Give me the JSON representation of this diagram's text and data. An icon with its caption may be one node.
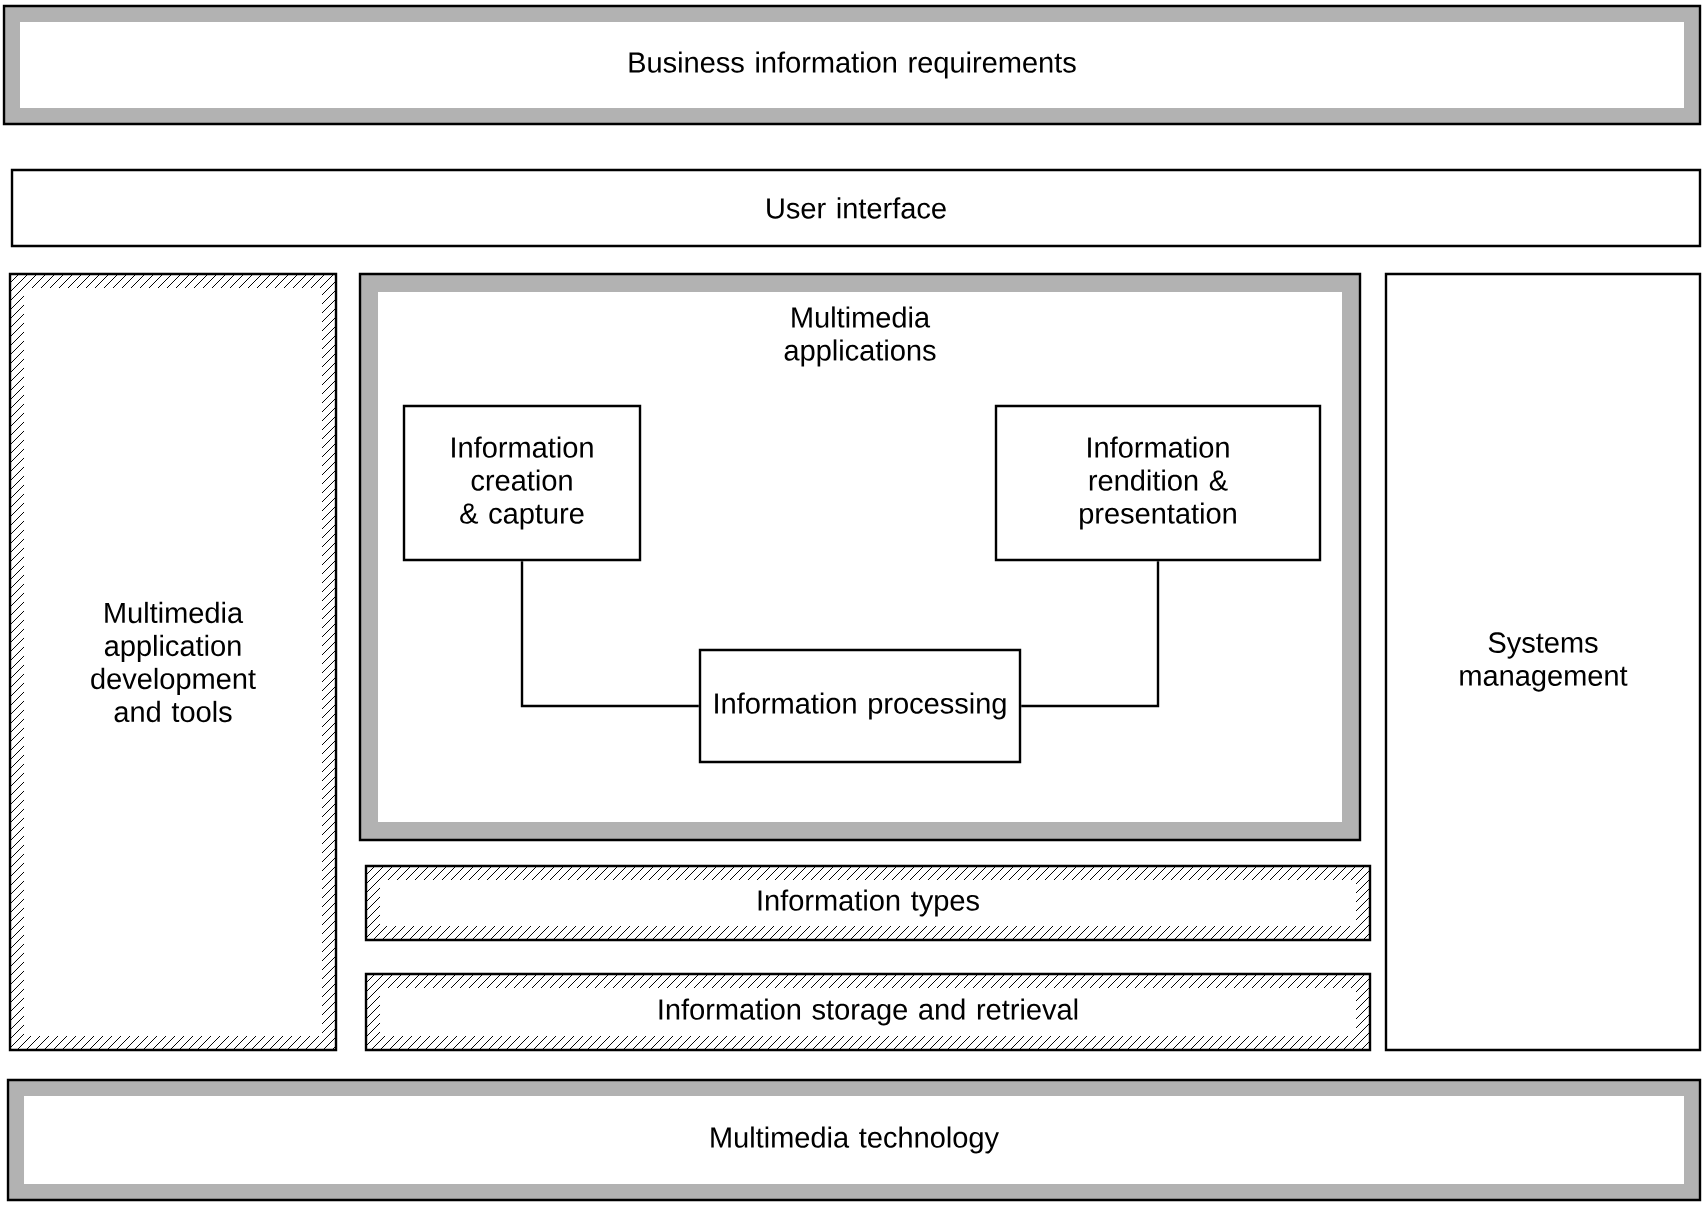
{
  "diagram": {
    "nodes": [
      {
        "text": [
          "Business information requirements"
        ]
      },
      {
        "text": [
          "User interface"
        ]
      },
      {
        "text": [
          "Multimedia application development and tools"
        ]
      },
      {
        "text": [
          "Multimedia applications"
        ]
      },
      {
        "text": [
          "Information creation & capture"
        ],
        "in": 3
      },
      {
        "text": [
          "Information rendition & presentation"
        ],
        "in": 3
      },
      {
        "text": [
          "Information processing"
        ],
        "in": 3
      },
      {
        "text": [
          "Systems management"
        ]
      },
      {
        "text": [
          "Information types"
        ]
      },
      {
        "text": [
          "Information storage and retrieval"
        ]
      },
      {
        "text": [
          "Multimedia technology"
        ]
      }
    ],
    "edges": [
      {
        "from": 4,
        "to": 6,
        "arrow": "none"
      },
      {
        "from": 5,
        "to": 6,
        "arrow": "none"
      }
    ]
  }
}
